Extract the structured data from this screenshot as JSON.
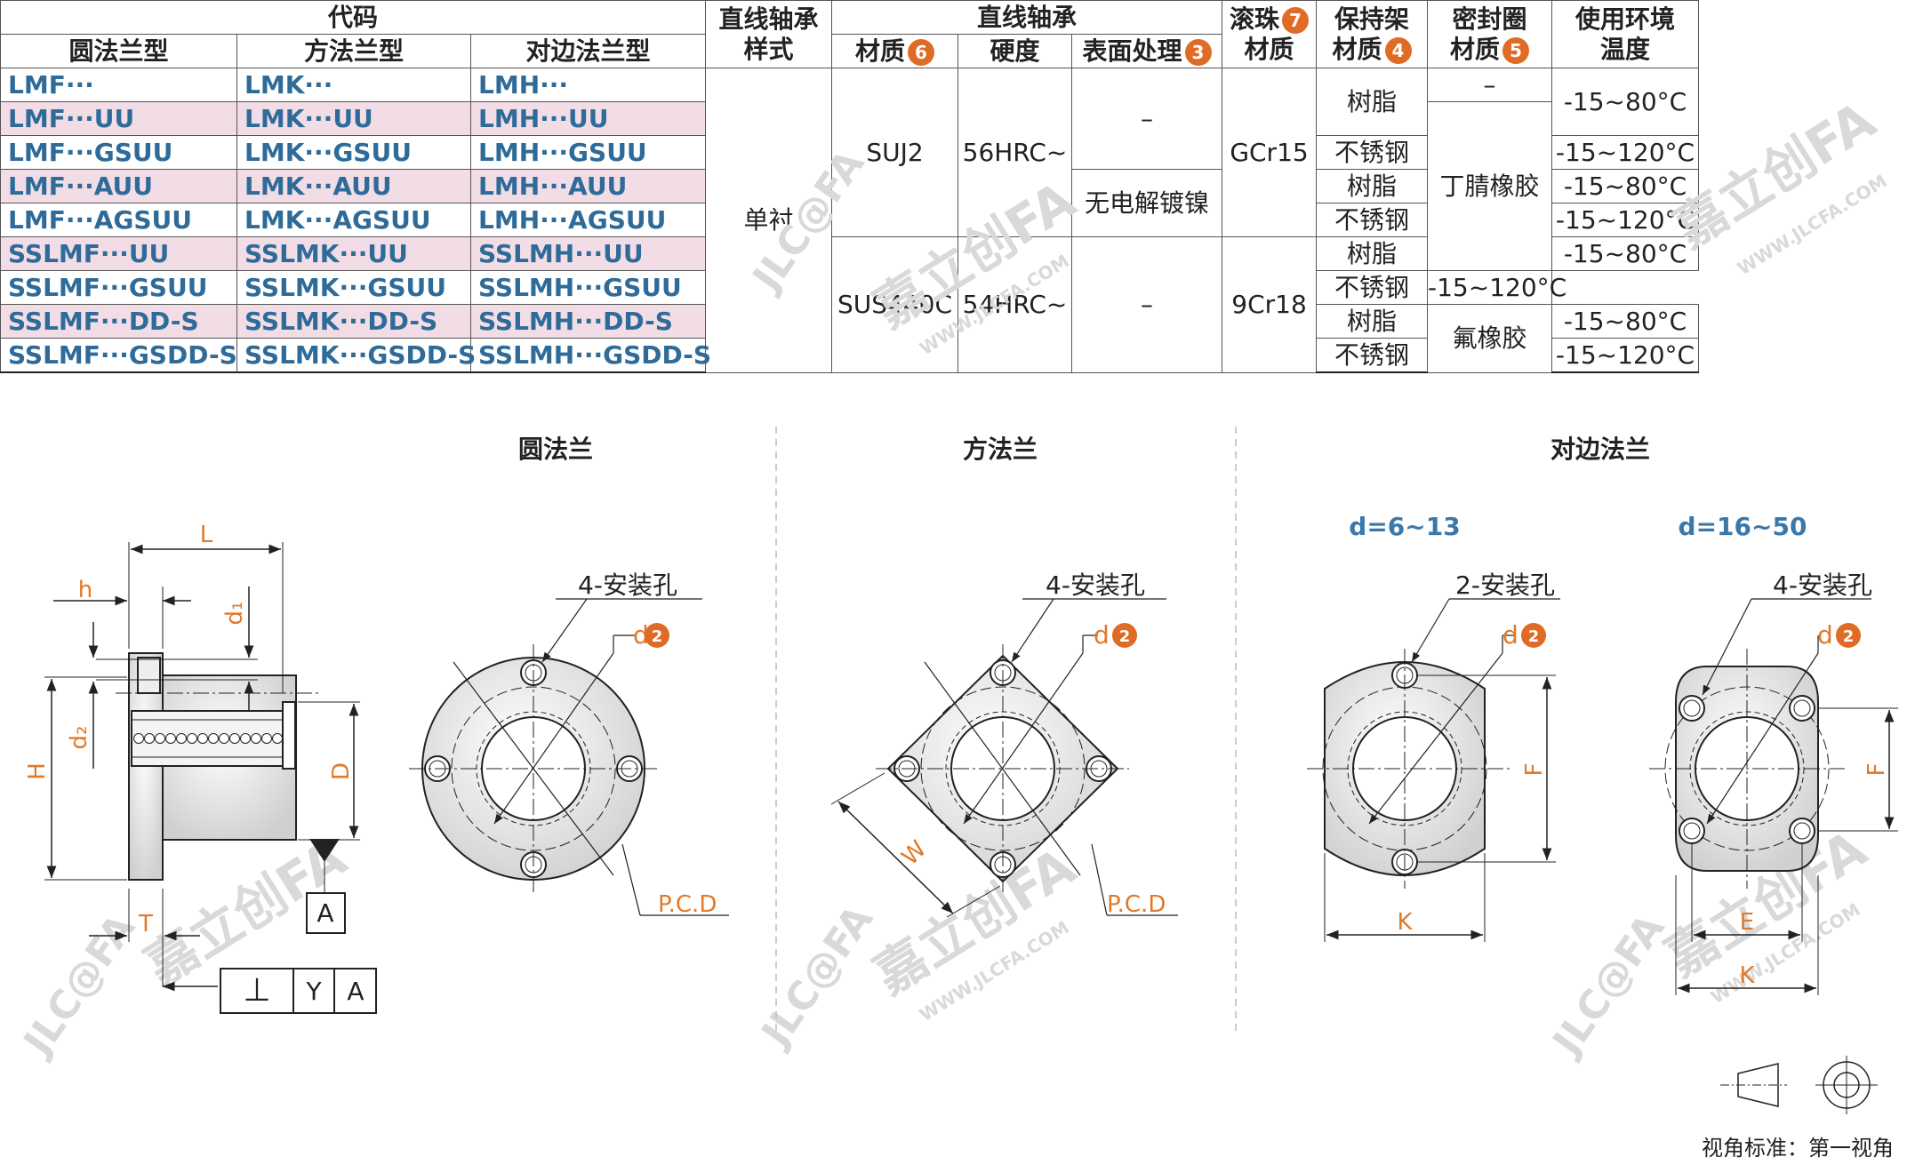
{
  "table": {
    "headers": {
      "code": "代码",
      "round": "圆法兰型",
      "square": "方法兰型",
      "opposite": "对边法兰型",
      "bearing_style": "直线轴承样式",
      "bearing_style_l1": "直线轴承",
      "bearing_style_l2": "样式",
      "bearing": "直线轴承",
      "material": "材质",
      "material_badge": "6",
      "hardness": "硬度",
      "surface": "表面处理",
      "surface_badge": "3",
      "ball_l1": "滚珠",
      "ball_l2": "材质",
      "ball_badge": "7",
      "cage_l1": "保持架",
      "cage_l2": "材质",
      "cage_badge": "4",
      "seal_l1": "密封圈",
      "seal_l2": "材质",
      "seal_badge": "5",
      "env_l1": "使用环境",
      "env_l2": "温度"
    },
    "rows": [
      [
        "LMF···",
        "LMK···",
        "LMH···"
      ],
      [
        "LMF···UU",
        "LMK···UU",
        "LMH···UU"
      ],
      [
        "LMF···GSUU",
        "LMK···GSUU",
        "LMH···GSUU"
      ],
      [
        "LMF···AUU",
        "LMK···AUU",
        "LMH···AUU"
      ],
      [
        "LMF···AGSUU",
        "LMK···AGSUU",
        "LMH···AGSUU"
      ],
      [
        "SSLMF···UU",
        "SSLMK···UU",
        "SSLMH···UU"
      ],
      [
        "SSLMF···GSUU",
        "SSLMK···GSUU",
        "SSLMH···GSUU"
      ],
      [
        "SSLMF···DD-S",
        "SSLMK···DD-S",
        "SSLMH···DD-S"
      ],
      [
        "SSLMF···GSDD-S",
        "SSLMK···GSDD-S",
        "SSLMH···GSDD-S"
      ]
    ],
    "style_value": "单衬",
    "material_suj2": "SUJ2",
    "material_sus": "SUS440C",
    "hardness_56": "56HRC~",
    "hardness_54": "54HRC~",
    "surface_dash1": "–",
    "surface_nickel": "无电解镀镍",
    "surface_dash2": "–",
    "ball_gcr15": "GCr15",
    "ball_9cr18": "9Cr18",
    "cage_resin": "树脂",
    "cage_steel": "不锈钢",
    "seal_dash": "–",
    "seal_nbr": "丁腈橡胶",
    "seal_fkm": "氟橡胶",
    "temp_80": "-15~80°C",
    "temp_120": "-15~120°C"
  },
  "drawings": {
    "round_title": "圆法兰",
    "square_title": "方法兰",
    "opposite_title": "对边法兰",
    "d_small": "d=6~13",
    "d_large": "d=16~50",
    "holes4": "4-安装孔",
    "holes2": "2-安装孔",
    "d_label": "d",
    "d_badge": "2",
    "pcd": "P.C.D",
    "dim_L": "L",
    "dim_h": "h",
    "dim_d1": "d₁",
    "dim_d2": "d₂",
    "dim_H": "H",
    "dim_D": "D",
    "dim_T": "T",
    "dim_W": "W",
    "dim_F": "F",
    "dim_K": "K",
    "dim_E": "E",
    "datum_A": "A",
    "perp_symbol": "⊥",
    "tol_Y": "Y",
    "tol_A": "A",
    "view_standard": "视角标准：第一视角"
  },
  "watermark": {
    "brand": "嘉立创FA",
    "url": "WWW.JLCFA.COM",
    "logo": "JLC@FA"
  },
  "colors": {
    "code_blue": "#2f6b99",
    "pink_row": "#f2dde7",
    "badge_orange": "#e06b26",
    "dim_orange": "#e07a2a",
    "d_range_blue": "#3b78aa"
  }
}
